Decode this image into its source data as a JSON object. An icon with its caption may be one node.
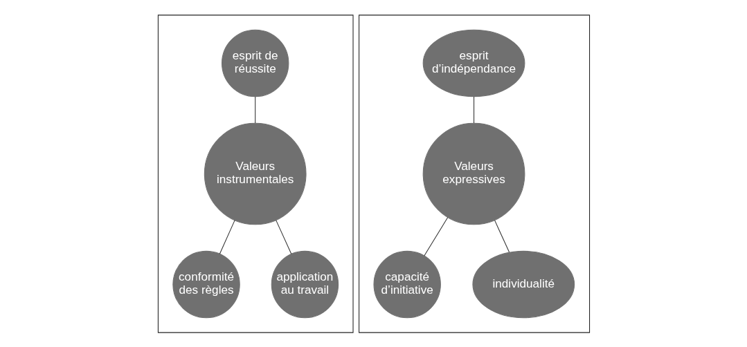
{
  "diagram": {
    "nodes": [
      {
        "text": [],
        "shape": "box"
      },
      {
        "text": [
          "esprit de réussite"
        ],
        "in": 0
      },
      {
        "text": [
          "Valeurs instrumentales"
        ],
        "in": 0
      },
      {
        "text": [
          "conformité des règles"
        ],
        "in": 0
      },
      {
        "text": [
          "application au travail"
        ],
        "in": 0
      },
      {
        "text": [],
        "shape": "box"
      },
      {
        "text": [
          "esprit d’indépendance"
        ],
        "in": 5
      },
      {
        "text": [
          "Valeurs expressives"
        ],
        "in": 5
      },
      {
        "text": [
          "capacité d’initiative"
        ],
        "in": 5
      },
      {
        "text": [
          "individualité"
        ],
        "in": 5
      }
    ],
    "edges": [
      {
        "from": 1,
        "to": 2,
        "arrow": "none"
      },
      {
        "from": 2,
        "to": 3,
        "arrow": "none"
      },
      {
        "from": 2,
        "to": 4,
        "arrow": "none"
      },
      {
        "from": 6,
        "to": 7,
        "arrow": "none"
      },
      {
        "from": 7,
        "to": 8,
        "arrow": "none"
      },
      {
        "from": 7,
        "to": 9,
        "arrow": "none"
      }
    ]
  }
}
